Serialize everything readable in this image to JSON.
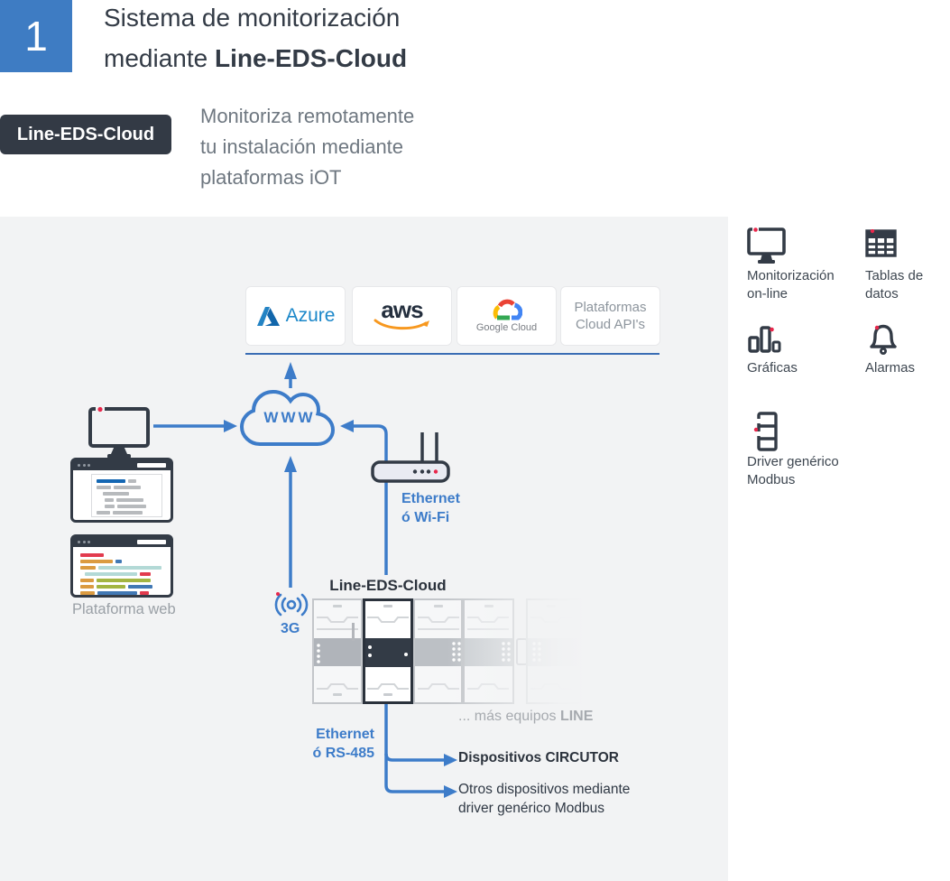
{
  "colors": {
    "accent_blue": "#3d7cc9",
    "dark": "#333b46",
    "red_dot": "#e8274b",
    "section_blue": "#3e7cc3",
    "diagram_bg": "#f2f3f4",
    "gray_text": "#9ba0a6",
    "azure_blue": "#1b87c9",
    "aws_dark": "#242f3e",
    "aws_orange": "#f7981f"
  },
  "header": {
    "section_number": "1",
    "title_line1": "Sistema de monitorización",
    "title_line2_regular": "mediante ",
    "title_line2_bold": "Line-EDS-Cloud",
    "badge_label": "Line-EDS-Cloud",
    "subtitle_line1": "Monitoriza remotamente",
    "subtitle_line2": "tu instalación mediante",
    "subtitle_line3": "plataformas iOT"
  },
  "cloud_row": {
    "azure": "Azure",
    "aws": "aws",
    "google": "Google Cloud",
    "generic_line1": "Plataformas",
    "generic_line2": "Cloud API's"
  },
  "diagram": {
    "www": "WWW",
    "web_platform": "Plataforma web",
    "router_label_line1": "Ethernet",
    "router_label_line2": "ó Wi-Fi",
    "cellular": "3G",
    "device": "Line-EDS-Cloud",
    "more_line_prefix": "... más equipos ",
    "more_line_bold": "LINE",
    "bus_label_line1": "Ethernet",
    "bus_label_line2": "ó RS-485",
    "branch1": "Dispositivos CIRCUTOR",
    "branch2_line1": "Otros dispositivos mediante",
    "branch2_line2": "driver genérico Modbus"
  },
  "features": {
    "monitoring": {
      "line1": "Monitorización",
      "line2": "on-line"
    },
    "tables": {
      "line1": "Tablas de",
      "line2": "datos"
    },
    "charts": {
      "line1": "Gráficas"
    },
    "alarms": {
      "line1": "Alarmas"
    },
    "driver": {
      "line1": "Driver genérico",
      "line2": "Modbus"
    }
  }
}
